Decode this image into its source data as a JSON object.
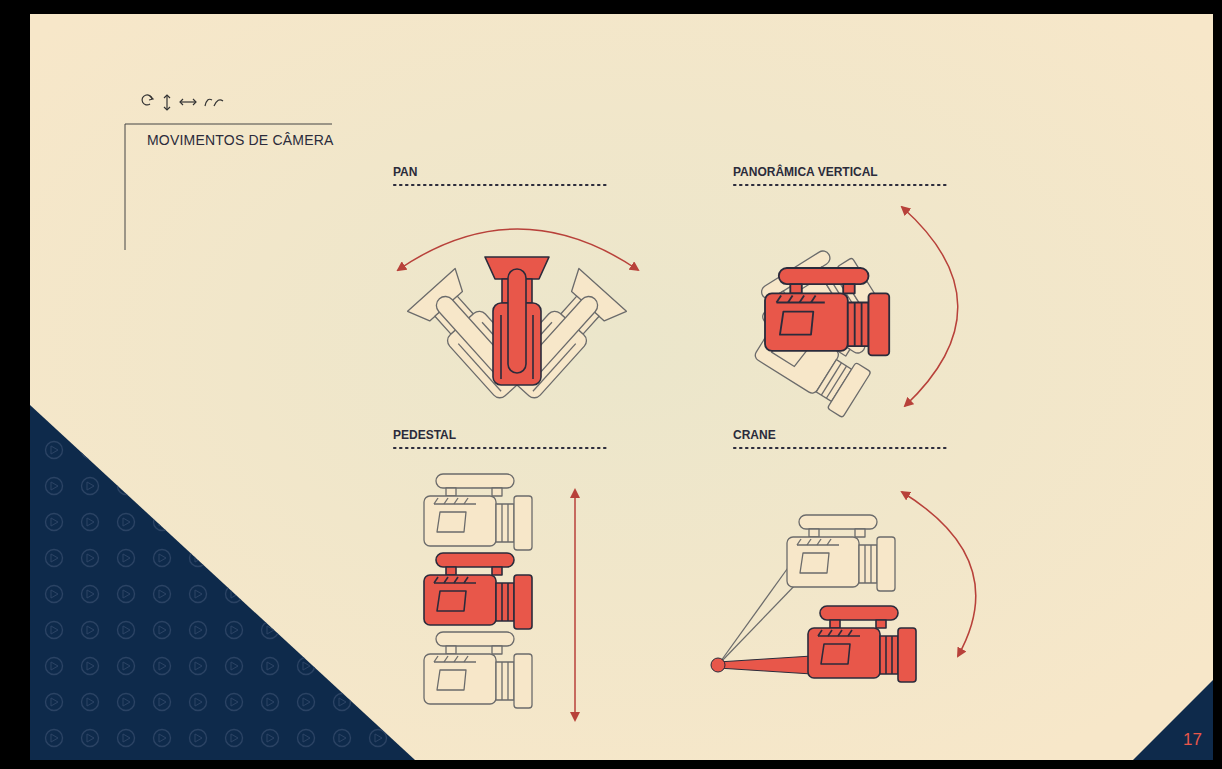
{
  "diagram": {
    "title": "MOVIMENTOS DE CÂMERA",
    "labels": [
      "PAN",
      "PANORÂMICA VERTICAL",
      "PEDESTAL",
      "CRANE",
      "17"
    ]
  }
}
